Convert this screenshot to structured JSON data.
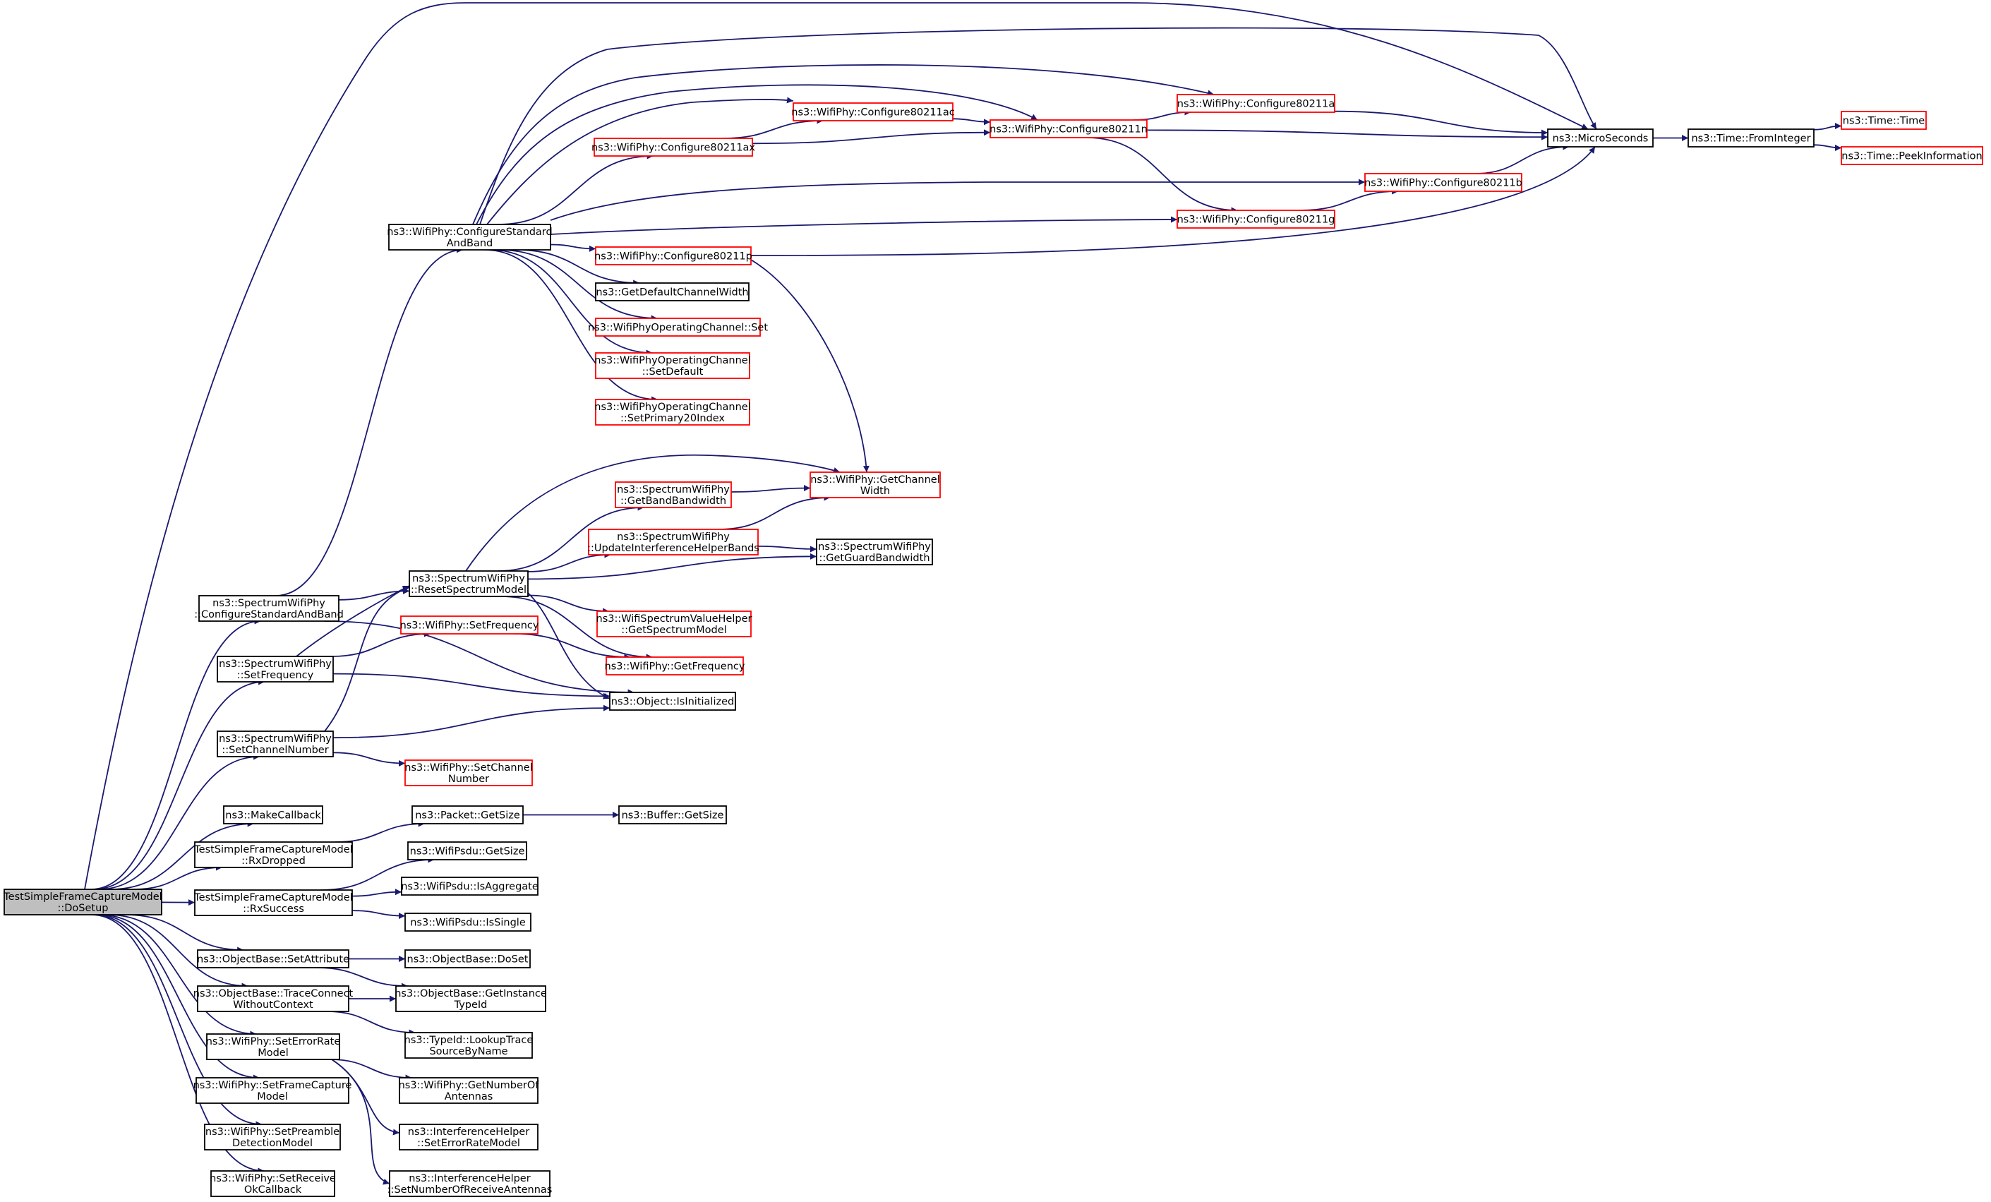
{
  "colors": {
    "edge": "#191970",
    "undocumented_border": "#ff0000",
    "documented_border": "#000000",
    "root_fill": "#bfbfbf"
  },
  "nodes": [
    {
      "id": "root",
      "lines": [
        "TestSimpleFrameCaptureModel",
        "::DoSetup"
      ],
      "style": "root"
    },
    {
      "id": "swp_configure_std_band",
      "lines": [
        "ns3::SpectrumWifiPhy",
        "::ConfigureStandardAndBand"
      ],
      "style": "black"
    },
    {
      "id": "swp_set_frequency",
      "lines": [
        "ns3::SpectrumWifiPhy",
        "::SetFrequency"
      ],
      "style": "black"
    },
    {
      "id": "swp_set_channel_number",
      "lines": [
        "ns3::SpectrumWifiPhy",
        "::SetChannelNumber"
      ],
      "style": "black"
    },
    {
      "id": "make_callback",
      "lines": [
        "ns3::MakeCallback"
      ],
      "style": "black"
    },
    {
      "id": "rx_dropped",
      "lines": [
        "TestSimpleFrameCaptureModel",
        "::RxDropped"
      ],
      "style": "black"
    },
    {
      "id": "rx_success",
      "lines": [
        "TestSimpleFrameCaptureModel",
        "::RxSuccess"
      ],
      "style": "black"
    },
    {
      "id": "ob_set_attribute",
      "lines": [
        "ns3::ObjectBase::SetAttribute"
      ],
      "style": "black"
    },
    {
      "id": "ob_trace_connect",
      "lines": [
        "ns3::ObjectBase::TraceConnect",
        "WithoutContext"
      ],
      "style": "black"
    },
    {
      "id": "wp_set_error_rate",
      "lines": [
        "ns3::WifiPhy::SetErrorRate",
        "Model"
      ],
      "style": "black"
    },
    {
      "id": "wp_set_frame_capture",
      "lines": [
        "ns3::WifiPhy::SetFrameCapture",
        "Model"
      ],
      "style": "black"
    },
    {
      "id": "wp_set_preamble",
      "lines": [
        "ns3::WifiPhy::SetPreamble",
        "DetectionModel"
      ],
      "style": "black"
    },
    {
      "id": "wp_set_receive_ok",
      "lines": [
        "ns3::WifiPhy::SetReceive",
        "OkCallback"
      ],
      "style": "black"
    },
    {
      "id": "wp_configure_std_band",
      "lines": [
        "ns3::WifiPhy::ConfigureStandard",
        "AndBand"
      ],
      "style": "black"
    },
    {
      "id": "wp_configure_80211ax",
      "lines": [
        "ns3::WifiPhy::Configure80211ax"
      ],
      "style": "red"
    },
    {
      "id": "wp_configure_80211p",
      "lines": [
        "ns3::WifiPhy::Configure80211p"
      ],
      "style": "red"
    },
    {
      "id": "get_default_channel_width",
      "lines": [
        "ns3::GetDefaultChannelWidth"
      ],
      "style": "black"
    },
    {
      "id": "woc_set",
      "lines": [
        "ns3::WifiPhyOperatingChannel::Set"
      ],
      "style": "red"
    },
    {
      "id": "woc_set_default",
      "lines": [
        "ns3::WifiPhyOperatingChannel",
        "::SetDefault"
      ],
      "style": "red"
    },
    {
      "id": "woc_set_primary20",
      "lines": [
        "ns3::WifiPhyOperatingChannel",
        "::SetPrimary20Index"
      ],
      "style": "red"
    },
    {
      "id": "wp_configure_80211ac",
      "lines": [
        "ns3::WifiPhy::Configure80211ac"
      ],
      "style": "red"
    },
    {
      "id": "wp_configure_80211n",
      "lines": [
        "ns3::WifiPhy::Configure80211n"
      ],
      "style": "red"
    },
    {
      "id": "wp_configure_80211a",
      "lines": [
        "ns3::WifiPhy::Configure80211a"
      ],
      "style": "red"
    },
    {
      "id": "wp_configure_80211b",
      "lines": [
        "ns3::WifiPhy::Configure80211b"
      ],
      "style": "red"
    },
    {
      "id": "wp_configure_80211g",
      "lines": [
        "ns3::WifiPhy::Configure80211g"
      ],
      "style": "red"
    },
    {
      "id": "micro_seconds",
      "lines": [
        "ns3::MicroSeconds"
      ],
      "style": "black"
    },
    {
      "id": "time_from_integer",
      "lines": [
        "ns3::Time::FromInteger"
      ],
      "style": "black"
    },
    {
      "id": "time_time",
      "lines": [
        "ns3::Time::Time"
      ],
      "style": "red"
    },
    {
      "id": "time_peek_information",
      "lines": [
        "ns3::Time::PeekInformation"
      ],
      "style": "red"
    },
    {
      "id": "swp_reset_spectrum_model",
      "lines": [
        "ns3::SpectrumWifiPhy",
        "::ResetSpectrumModel"
      ],
      "style": "black"
    },
    {
      "id": "swp_get_band_bandwidth",
      "lines": [
        "ns3::SpectrumWifiPhy",
        "::GetBandBandwidth"
      ],
      "style": "red"
    },
    {
      "id": "swp_update_interference",
      "lines": [
        "ns3::SpectrumWifiPhy",
        "::UpdateInterferenceHelperBands"
      ],
      "style": "red"
    },
    {
      "id": "wp_get_channel_width",
      "lines": [
        "ns3::WifiPhy::GetChannel",
        "Width"
      ],
      "style": "red"
    },
    {
      "id": "swp_get_guard_bandwidth",
      "lines": [
        "ns3::SpectrumWifiPhy",
        "::GetGuardBandwidth"
      ],
      "style": "black"
    },
    {
      "id": "wsvh_get_spectrum_model",
      "lines": [
        "ns3::WifiSpectrumValueHelper",
        "::GetSpectrumModel"
      ],
      "style": "red"
    },
    {
      "id": "wp_set_frequency",
      "lines": [
        "ns3::WifiPhy::SetFrequency"
      ],
      "style": "red"
    },
    {
      "id": "wp_get_frequency",
      "lines": [
        "ns3::WifiPhy::GetFrequency"
      ],
      "style": "red"
    },
    {
      "id": "object_is_initialized",
      "lines": [
        "ns3::Object::IsInitialized"
      ],
      "style": "black"
    },
    {
      "id": "wp_set_channel_number",
      "lines": [
        "ns3::WifiPhy::SetChannel",
        "Number"
      ],
      "style": "red"
    },
    {
      "id": "packet_get_size",
      "lines": [
        "ns3::Packet::GetSize"
      ],
      "style": "black"
    },
    {
      "id": "buffer_get_size",
      "lines": [
        "ns3::Buffer::GetSize"
      ],
      "style": "black"
    },
    {
      "id": "psdu_get_size",
      "lines": [
        "ns3::WifiPsdu::GetSize"
      ],
      "style": "black"
    },
    {
      "id": "psdu_is_aggregate",
      "lines": [
        "ns3::WifiPsdu::IsAggregate"
      ],
      "style": "black"
    },
    {
      "id": "psdu_is_single",
      "lines": [
        "ns3::WifiPsdu::IsSingle"
      ],
      "style": "black"
    },
    {
      "id": "ob_do_set",
      "lines": [
        "ns3::ObjectBase::DoSet"
      ],
      "style": "black"
    },
    {
      "id": "ob_get_instance_typeid",
      "lines": [
        "ns3::ObjectBase::GetInstance",
        "TypeId"
      ],
      "style": "black"
    },
    {
      "id": "typeid_lookup_trace",
      "lines": [
        "ns3::TypeId::LookupTrace",
        "SourceByName"
      ],
      "style": "black"
    },
    {
      "id": "wp_get_number_antennas",
      "lines": [
        "ns3::WifiPhy::GetNumberOf",
        "Antennas"
      ],
      "style": "black"
    },
    {
      "id": "ih_set_error_rate",
      "lines": [
        "ns3::InterferenceHelper",
        "::SetErrorRateModel"
      ],
      "style": "black"
    },
    {
      "id": "ih_set_number_antennas",
      "lines": [
        "ns3::InterferenceHelper",
        "::SetNumberOfReceiveAntennas"
      ],
      "style": "black"
    }
  ],
  "edges": [
    [
      "root",
      "micro_seconds"
    ],
    [
      "root",
      "swp_configure_std_band"
    ],
    [
      "root",
      "swp_set_frequency"
    ],
    [
      "root",
      "swp_set_channel_number"
    ],
    [
      "root",
      "make_callback"
    ],
    [
      "root",
      "rx_dropped"
    ],
    [
      "root",
      "rx_success"
    ],
    [
      "root",
      "ob_set_attribute"
    ],
    [
      "root",
      "ob_trace_connect"
    ],
    [
      "root",
      "wp_set_error_rate"
    ],
    [
      "root",
      "wp_set_frame_capture"
    ],
    [
      "root",
      "wp_set_preamble"
    ],
    [
      "root",
      "wp_set_receive_ok"
    ],
    [
      "swp_configure_std_band",
      "wp_configure_std_band"
    ],
    [
      "swp_configure_std_band",
      "swp_reset_spectrum_model"
    ],
    [
      "swp_configure_std_band",
      "object_is_initialized"
    ],
    [
      "swp_set_frequency",
      "swp_reset_spectrum_model"
    ],
    [
      "swp_set_frequency",
      "wp_set_frequency"
    ],
    [
      "swp_set_frequency",
      "object_is_initialized"
    ],
    [
      "swp_set_channel_number",
      "swp_reset_spectrum_model"
    ],
    [
      "swp_set_channel_number",
      "object_is_initialized"
    ],
    [
      "swp_set_channel_number",
      "wp_set_channel_number"
    ],
    [
      "wp_configure_std_band",
      "micro_seconds"
    ],
    [
      "wp_configure_std_band",
      "wp_configure_80211a"
    ],
    [
      "wp_configure_std_band",
      "wp_configure_80211n"
    ],
    [
      "wp_configure_std_band",
      "wp_configure_80211ac"
    ],
    [
      "wp_configure_std_band",
      "wp_configure_80211ax"
    ],
    [
      "wp_configure_std_band",
      "wp_configure_80211b"
    ],
    [
      "wp_configure_std_band",
      "wp_configure_80211g"
    ],
    [
      "wp_configure_std_band",
      "wp_configure_80211p"
    ],
    [
      "wp_configure_std_band",
      "get_default_channel_width"
    ],
    [
      "wp_configure_std_band",
      "woc_set"
    ],
    [
      "wp_configure_std_band",
      "woc_set_default"
    ],
    [
      "wp_configure_std_band",
      "woc_set_primary20"
    ],
    [
      "wp_configure_80211ax",
      "wp_configure_80211ac"
    ],
    [
      "wp_configure_80211ax",
      "wp_configure_80211n"
    ],
    [
      "wp_configure_80211ac",
      "wp_configure_80211n"
    ],
    [
      "wp_configure_80211n",
      "wp_configure_80211a"
    ],
    [
      "wp_configure_80211n",
      "micro_seconds"
    ],
    [
      "wp_configure_80211n",
      "wp_configure_80211g"
    ],
    [
      "wp_configure_80211a",
      "micro_seconds"
    ],
    [
      "wp_configure_80211g",
      "wp_configure_80211b"
    ],
    [
      "wp_configure_80211b",
      "micro_seconds"
    ],
    [
      "wp_configure_80211p",
      "micro_seconds"
    ],
    [
      "wp_configure_80211p",
      "wp_get_channel_width"
    ],
    [
      "micro_seconds",
      "time_from_integer"
    ],
    [
      "time_from_integer",
      "time_time"
    ],
    [
      "time_from_integer",
      "time_peek_information"
    ],
    [
      "swp_reset_spectrum_model",
      "wp_get_channel_width"
    ],
    [
      "swp_reset_spectrum_model",
      "swp_get_band_bandwidth"
    ],
    [
      "swp_reset_spectrum_model",
      "swp_update_interference"
    ],
    [
      "swp_reset_spectrum_model",
      "swp_get_guard_bandwidth"
    ],
    [
      "swp_reset_spectrum_model",
      "wsvh_get_spectrum_model"
    ],
    [
      "swp_reset_spectrum_model",
      "wp_get_frequency"
    ],
    [
      "swp_reset_spectrum_model",
      "object_is_initialized"
    ],
    [
      "swp_get_band_bandwidth",
      "wp_get_channel_width"
    ],
    [
      "swp_update_interference",
      "wp_get_channel_width"
    ],
    [
      "swp_update_interference",
      "swp_get_guard_bandwidth"
    ],
    [
      "wp_set_frequency",
      "wp_get_frequency"
    ],
    [
      "rx_dropped",
      "packet_get_size"
    ],
    [
      "packet_get_size",
      "buffer_get_size"
    ],
    [
      "rx_success",
      "psdu_get_size"
    ],
    [
      "rx_success",
      "psdu_is_aggregate"
    ],
    [
      "rx_success",
      "psdu_is_single"
    ],
    [
      "ob_set_attribute",
      "ob_do_set"
    ],
    [
      "ob_set_attribute",
      "ob_get_instance_typeid"
    ],
    [
      "ob_trace_connect",
      "ob_get_instance_typeid"
    ],
    [
      "ob_trace_connect",
      "typeid_lookup_trace"
    ],
    [
      "wp_set_error_rate",
      "wp_get_number_antennas"
    ],
    [
      "wp_set_error_rate",
      "ih_set_error_rate"
    ],
    [
      "wp_set_error_rate",
      "ih_set_number_antennas"
    ]
  ]
}
